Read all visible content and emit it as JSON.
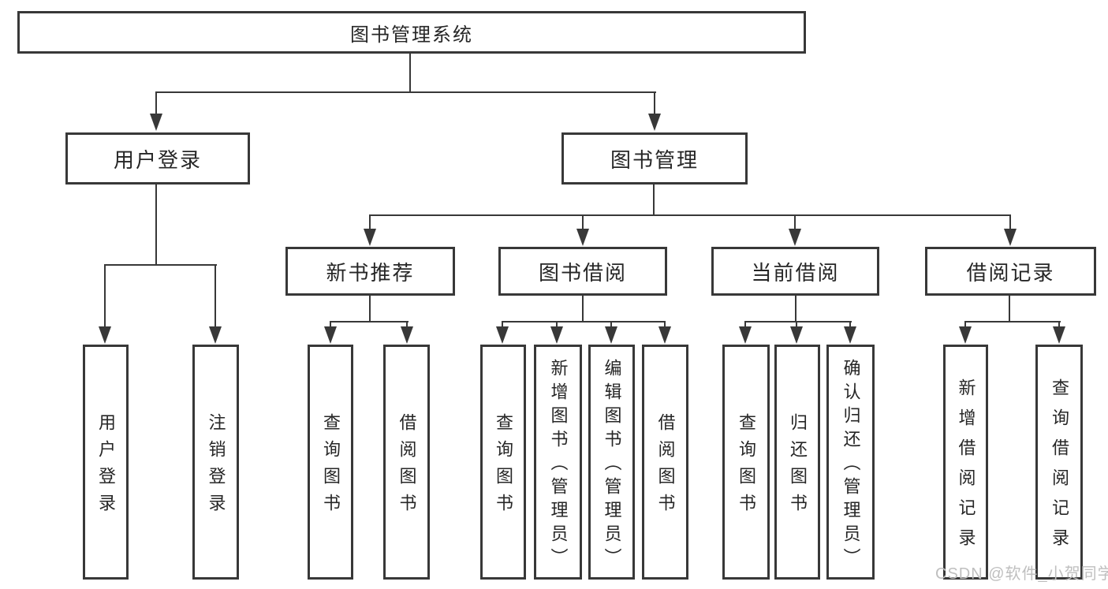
{
  "tree": {
    "label": "图书管理系统",
    "children": [
      {
        "label": "用户登录",
        "children": [
          {
            "label": "用户登录"
          },
          {
            "label": "注销登录"
          }
        ]
      },
      {
        "label": "图书管理",
        "children": [
          {
            "label": "新书推荐",
            "children": [
              {
                "label": "查询图书"
              },
              {
                "label": "借阅图书"
              }
            ]
          },
          {
            "label": "图书借阅",
            "children": [
              {
                "label": "查询图书"
              },
              {
                "label": "新增图书（管理员）"
              },
              {
                "label": "编辑图书（管理员）"
              },
              {
                "label": "借阅图书"
              }
            ]
          },
          {
            "label": "当前借阅",
            "children": [
              {
                "label": "查询图书"
              },
              {
                "label": "归还图书"
              },
              {
                "label": "确认归还（管理员）"
              }
            ]
          },
          {
            "label": "借阅记录",
            "children": [
              {
                "label": "新增借阅记录"
              },
              {
                "label": "查询借阅记录"
              }
            ]
          }
        ]
      }
    ]
  },
  "watermark": "CSDN @软件_小贺同学",
  "colors": {
    "line": "#383838",
    "text": "#262626",
    "watermark": "#bfbfbf",
    "background": "#ffffff"
  }
}
